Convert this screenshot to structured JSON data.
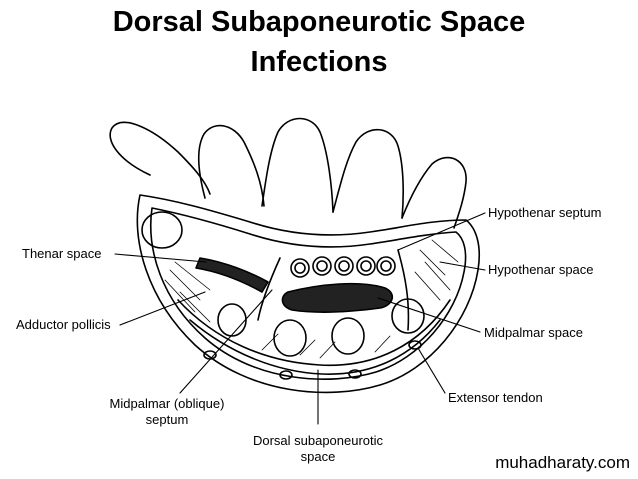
{
  "title": {
    "line1": "Dorsal Subaponeurotic Space",
    "line2": "Infections"
  },
  "labels": {
    "hypothenar_septum": "Hypothenar septum",
    "thenar_space": "Thenar space",
    "hypothenar_space": "Hypothenar space",
    "adductor_pollicis": "Adductor pollicis",
    "midpalmar_space": "Midpalmar space",
    "extensor_tendon": "Extensor tendon",
    "midpalmar_septum_line1": "Midpalmar (oblique)",
    "midpalmar_septum_line2": "septum",
    "dorsal_space_line1": "Dorsal subaponeurotic",
    "dorsal_space_line2": "space"
  },
  "watermark": "muhadharaty.com"
}
